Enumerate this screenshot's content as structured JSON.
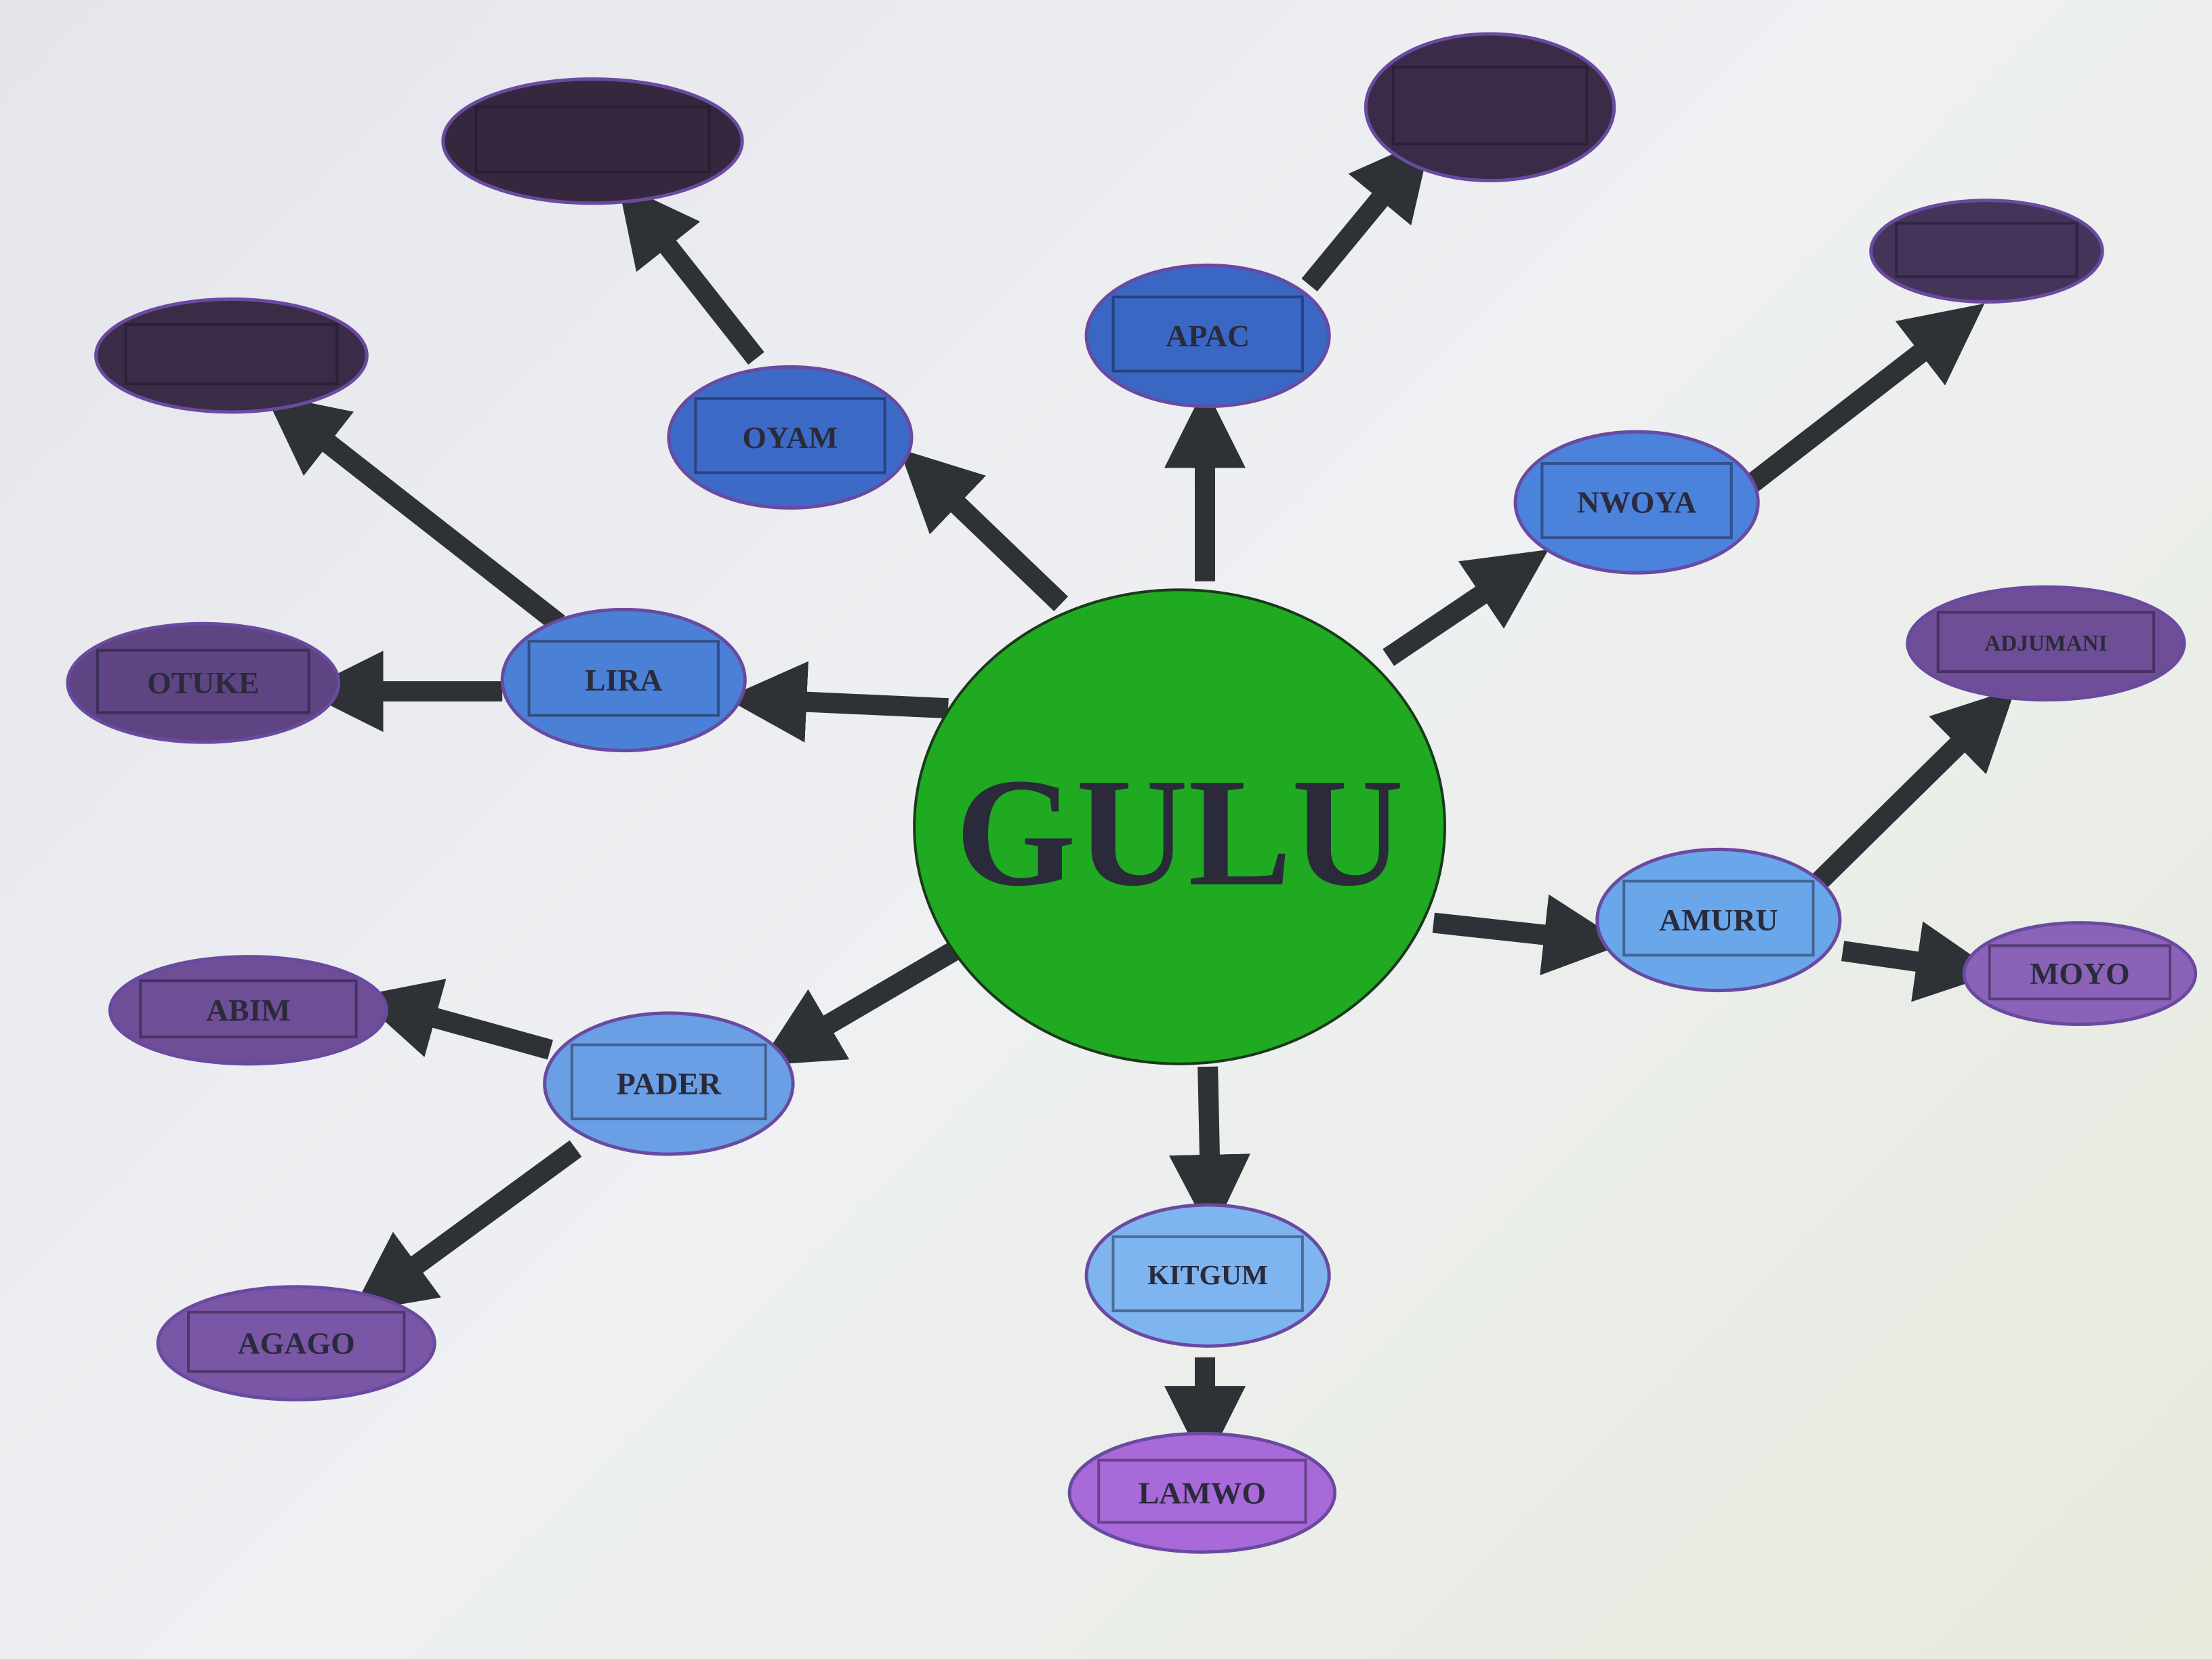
{
  "diagram": {
    "center": {
      "id": "gulu",
      "label": "GULU",
      "color": "#1faa22"
    },
    "nodes": [
      {
        "id": "apac",
        "label": "APAC",
        "level": 1,
        "color": "#3a66c4"
      },
      {
        "id": "oyam",
        "label": "OYAM",
        "level": 1,
        "color": "#3d6ac6"
      },
      {
        "id": "lira",
        "label": "LIRA",
        "level": 1,
        "color": "#4a80d6"
      },
      {
        "id": "nwoya",
        "label": "NWOYA",
        "level": 1,
        "color": "#4a82dc"
      },
      {
        "id": "amuru",
        "label": "AMURU",
        "level": 1,
        "color": "#6aa6ea"
      },
      {
        "id": "pader",
        "label": "PADER",
        "level": 1,
        "color": "#6a9fe6"
      },
      {
        "id": "kitgum",
        "label": "KITGUM",
        "level": 1,
        "color": "#7eb4f0"
      },
      {
        "id": "lamwo",
        "label": "LAMWO",
        "level": 2,
        "color": "#a86ad8"
      },
      {
        "id": "moyo",
        "label": "MOYO",
        "level": 2,
        "color": "#8a62b8"
      },
      {
        "id": "adjumani",
        "label": "ADJUMANI",
        "level": 2,
        "color": "#6e4e96"
      },
      {
        "id": "abim",
        "label": "ABIM",
        "level": 2,
        "color": "#6e4e96"
      },
      {
        "id": "agago",
        "label": "AGAGO",
        "level": 2,
        "color": "#7a56a6"
      },
      {
        "id": "otuke",
        "label": "OTUKE",
        "level": 2,
        "color": "#5e4482"
      },
      {
        "id": "blank-top-left",
        "label": "",
        "level": 2,
        "color": "#35283e"
      },
      {
        "id": "blank-left",
        "label": "",
        "level": 2,
        "color": "#3a2c46"
      },
      {
        "id": "blank-top",
        "label": "",
        "level": 2,
        "color": "#3a2c48"
      },
      {
        "id": "blank-right",
        "label": "",
        "level": 2,
        "color": "#44345a"
      }
    ],
    "edges": [
      {
        "from": "gulu",
        "to": "apac"
      },
      {
        "from": "gulu",
        "to": "oyam"
      },
      {
        "from": "gulu",
        "to": "lira"
      },
      {
        "from": "gulu",
        "to": "nwoya"
      },
      {
        "from": "gulu",
        "to": "amuru"
      },
      {
        "from": "gulu",
        "to": "pader"
      },
      {
        "from": "gulu",
        "to": "kitgum"
      },
      {
        "from": "kitgum",
        "to": "lamwo"
      },
      {
        "from": "amuru",
        "to": "moyo"
      },
      {
        "from": "amuru",
        "to": "adjumani"
      },
      {
        "from": "pader",
        "to": "abim"
      },
      {
        "from": "pader",
        "to": "agago"
      },
      {
        "from": "lira",
        "to": "otuke"
      },
      {
        "from": "lira",
        "to": "blank-left"
      },
      {
        "from": "oyam",
        "to": "blank-top-left"
      },
      {
        "from": "apac",
        "to": "blank-top"
      },
      {
        "from": "nwoya",
        "to": "blank-right"
      }
    ],
    "arrow_color": "#2e3236"
  }
}
